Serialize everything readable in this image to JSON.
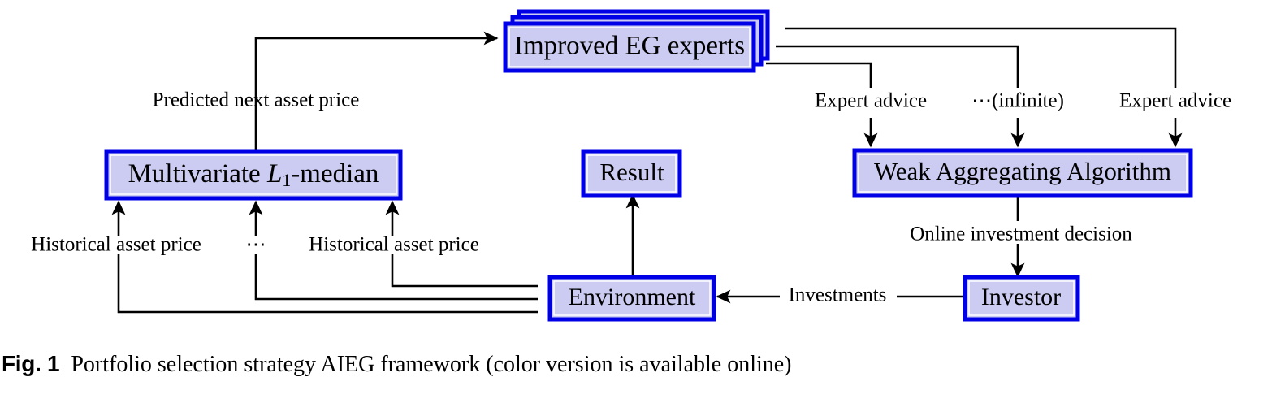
{
  "figure": {
    "caption_tag": "Fig. 1",
    "caption_text": "Portfolio selection strategy AIEG framework (color version is available online)"
  },
  "colors": {
    "box_border": "#0000e6",
    "box_fill": "#ccccf2",
    "connector": "#000000",
    "background": "#ffffff"
  },
  "nodes": {
    "improved_eg_experts": {
      "label": "Improved EG experts",
      "stacked": true,
      "stack_count": 3
    },
    "multivariate_l1_median": {
      "label_prefix": "Multivariate ",
      "label_italic": "L",
      "label_sub": "1",
      "label_suffix": "-median"
    },
    "result": {
      "label": "Result"
    },
    "weak_aggregating_algorithm": {
      "label": "Weak Aggregating Algorithm"
    },
    "environment": {
      "label": "Environment"
    },
    "investor": {
      "label": "Investor"
    }
  },
  "edge_labels": {
    "predicted_next_asset_price": "Predicted next asset price",
    "expert_advice_left": "Expert advice",
    "expert_advice_infinite": "⋯(infinite)",
    "expert_advice_right": "Expert advice",
    "historical_asset_price_left": "Historical asset price",
    "historical_ellipsis": "⋯",
    "historical_asset_price_right": "Historical asset price",
    "online_investment_decision": "Online investment decision",
    "investments": "Investments"
  }
}
